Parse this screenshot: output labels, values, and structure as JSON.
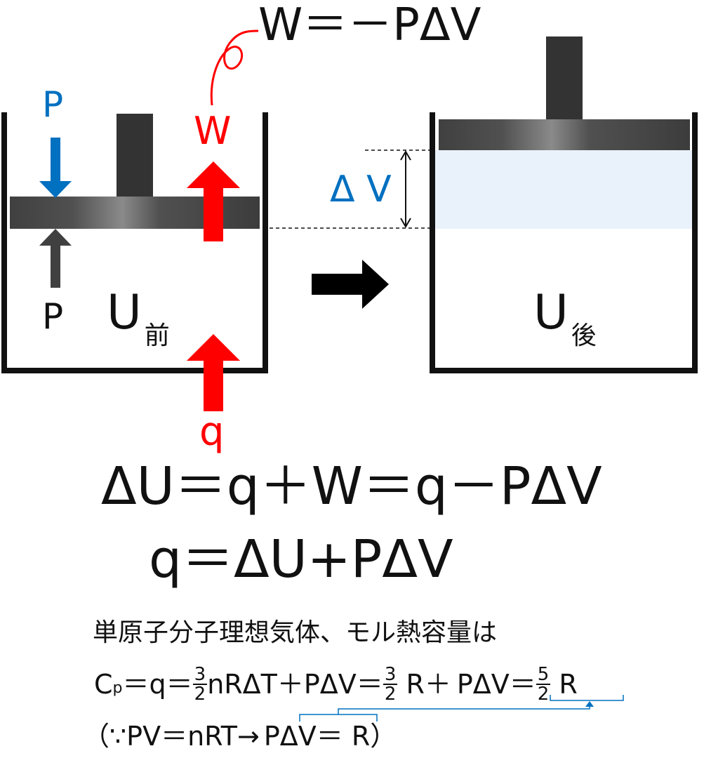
{
  "colors": {
    "red": "#ff0000",
    "blue": "#0070c0",
    "dark": "#404040",
    "black": "#111111",
    "gas": "#e9f1fa"
  },
  "top_formula": "W＝－PΔV",
  "before": {
    "p_top": "P",
    "p_bottom": "P",
    "w": "W",
    "u": "U",
    "u_sub": "前",
    "q": "q"
  },
  "after": {
    "dv": "Δ V",
    "u": "U",
    "u_sub": "後"
  },
  "equations": {
    "line1": "ΔU＝q＋W＝q－PΔV",
    "line2": "q＝ΔU+PΔV"
  },
  "note": {
    "title": "単原子分子理想気体、モル熱容量は",
    "cp_c": "C",
    "cp_sub": "p",
    "cp_eq": "＝q＝",
    "frac1_num": "3",
    "frac1_den": "2",
    "mid1": "nRΔT＋",
    "pdv1": "PΔV",
    "eq2": "＝",
    "frac2_num": "3",
    "frac2_den": "2",
    "mid2": " R＋",
    "pdv2": "PΔV",
    "eq3": "＝",
    "frac3_num": "5",
    "frac3_den": "2",
    "end": " R",
    "reason_open": "（∵PV＝nRT→",
    "reason_pdv": "PΔV",
    "reason_close": "＝ R）"
  }
}
